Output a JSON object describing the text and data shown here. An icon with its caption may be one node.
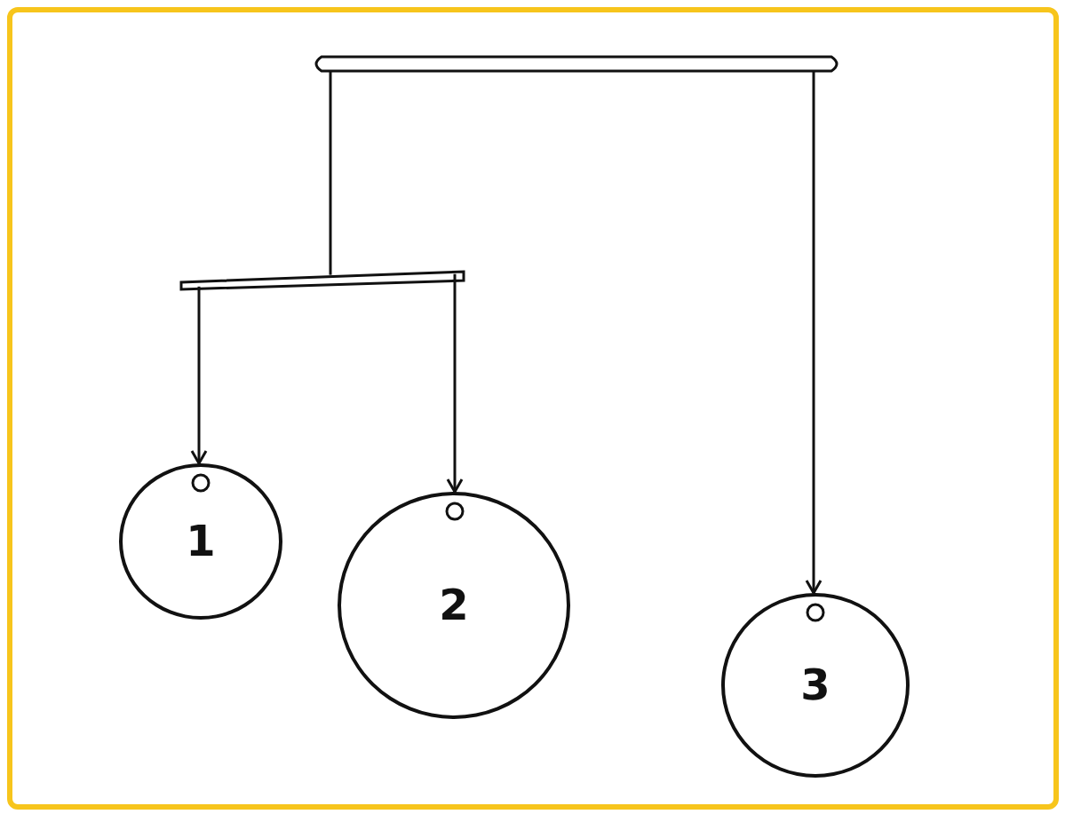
{
  "diagram": {
    "nodes": [
      {
        "text": [],
        "shape": "bar"
      },
      {
        "text": [],
        "shape": "bar"
      },
      {
        "text": [
          "1"
        ]
      },
      {
        "text": [
          "2"
        ]
      },
      {
        "text": [
          "3"
        ]
      }
    ],
    "edges": [
      {
        "from": 0,
        "to": 1,
        "arrow": "none"
      },
      {
        "from": 1,
        "to": 2,
        "arrow": "to"
      },
      {
        "from": 1,
        "to": 3,
        "arrow": "to"
      },
      {
        "from": 0,
        "to": 4,
        "arrow": "to"
      }
    ]
  }
}
